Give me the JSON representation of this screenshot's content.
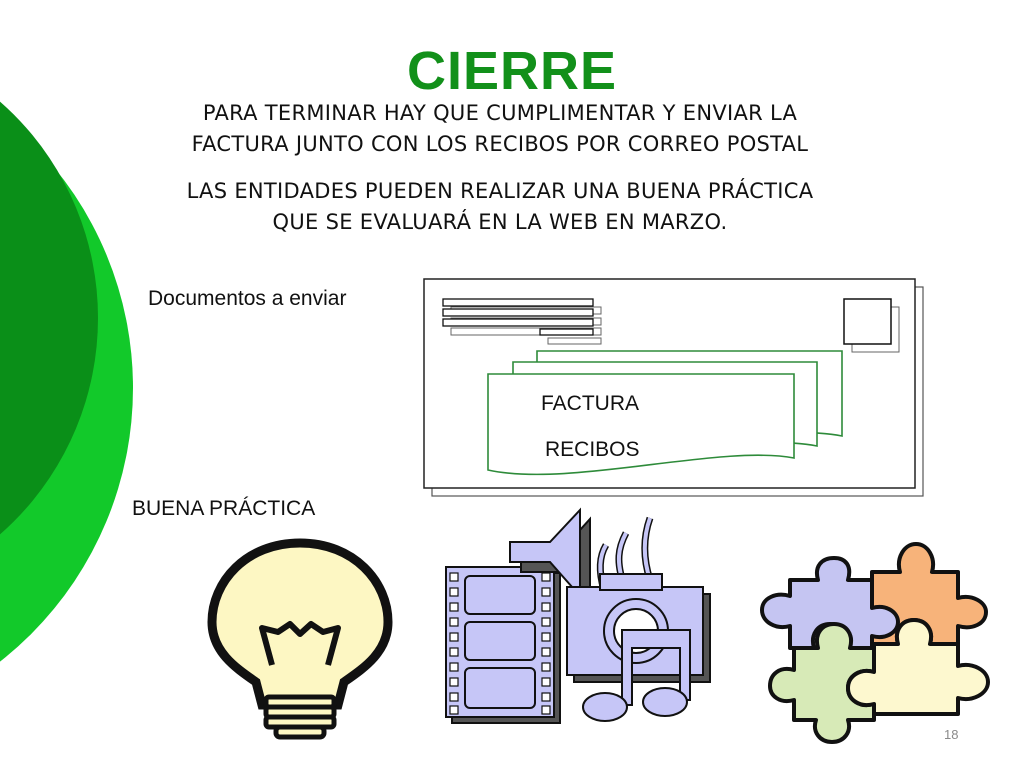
{
  "slide": {
    "title": "CIERRE",
    "paragraph1": [
      "PARA TERMINAR HAY QUE CUMPLIMENTAR Y ENVIAR LA",
      "FACTURA JUNTO CON LOS RECIBOS POR CORREO POSTAL"
    ],
    "paragraph2": [
      "LAS ENTIDADES PUEDEN REALIZAR UNA BUENA PRÁCTICA",
      "QUE SE EVALUARÁ EN LA WEB EN MARZO."
    ],
    "documents_label": "Documentos a enviar",
    "envelope": {
      "doc1": "FACTURA",
      "doc2": "RECIBOS"
    },
    "good_practice_label": "BUENA PRÁCTICA",
    "page_number": "18"
  },
  "colors": {
    "title": "#12901a",
    "circle_dark": "#0a8f18",
    "circle_light": "#12c92a",
    "doc_outline": "#2e8b3a",
    "bulb_fill": "#fdf7c3",
    "media_fill": "#c6c6f7",
    "puzzle_purple": "#c5c5f2",
    "puzzle_orange": "#f7b37a",
    "puzzle_green": "#d7eab7",
    "puzzle_yellow": "#fdf8cf"
  },
  "icons": [
    "light-bulb-icon",
    "multimedia-icon",
    "puzzle-icon"
  ]
}
